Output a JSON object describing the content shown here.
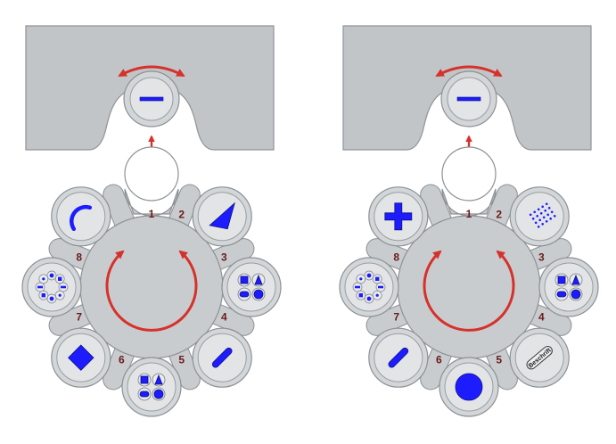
{
  "colors": {
    "panel": "#c2c5c8",
    "panel_edge": "#8f9396",
    "wheel": "#c9cccf",
    "wheel_edge": "#8d9194",
    "disc_outer": "#d3d6d8",
    "disc_inner": "#e2e4e6",
    "punch": "#1c1cff",
    "punch_edge": "#101080",
    "arrow": "#d6312a",
    "number": "#6b1a1a"
  },
  "turrets": [
    {
      "id": "left",
      "punch_holder_icon": "minus-bar-icon",
      "stations": [
        {
          "number": "1",
          "icon": "arc-icon"
        },
        {
          "number": "2",
          "icon": "triangle-icon"
        },
        {
          "number": "3",
          "icon": "multi-tool-cluster-icon"
        },
        {
          "number": "4",
          "icon": "slot-icon"
        },
        {
          "number": "5",
          "icon": "multi-tool-cluster-icon"
        },
        {
          "number": "6",
          "icon": "diamond-icon"
        },
        {
          "number": "7",
          "icon": "multi-tool-ring-icon"
        },
        {
          "number": "8",
          "icon": "arc-icon"
        }
      ]
    },
    {
      "id": "right",
      "punch_holder_icon": "minus-bar-icon",
      "stations": [
        {
          "number": "1",
          "icon": "cross-icon"
        },
        {
          "number": "2",
          "icon": "dot-grid-icon"
        },
        {
          "number": "3",
          "icon": "multi-tool-cluster-icon"
        },
        {
          "number": "4",
          "icon": "marking-tool-icon",
          "label": "Beschrift"
        },
        {
          "number": "5",
          "icon": "large-round-icon"
        },
        {
          "number": "6",
          "icon": "slot-icon"
        },
        {
          "number": "7",
          "icon": "multi-tool-ring-icon"
        },
        {
          "number": "8",
          "icon": "cross-icon"
        }
      ]
    }
  ]
}
